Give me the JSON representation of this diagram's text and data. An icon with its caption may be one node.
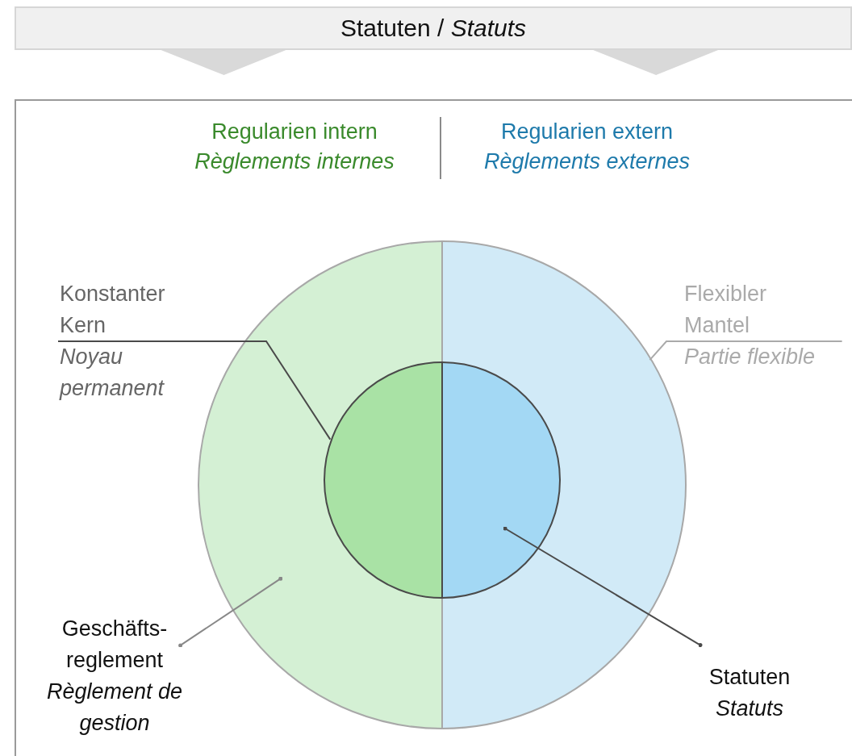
{
  "diagram": {
    "nodes": [
      {
        "text": [
          "Statuten / *Statuts*"
        ]
      },
      {
        "text": [],
        "shape": "box"
      },
      {
        "text": [],
        "shape": "circle",
        "in": 1
      },
      {
        "text": [],
        "shape": "circle",
        "in": 2
      },
      {
        "text": [
          "Konstanter Kern",
          "Noyau permanent"
        ],
        "in": 1
      },
      {
        "text": [
          "Flexibler Mantel",
          "Partie flexible"
        ],
        "in": 1
      },
      {
        "text": [
          "Geschäfts-reglement",
          "Règlement de gestion"
        ],
        "in": 1
      },
      {
        "text": [
          "Statuten",
          "Statuts"
        ],
        "in": 1
      }
    ],
    "edges": [
      {
        "from": 0,
        "to": 1,
        "arrow": "to"
      },
      {
        "from": 0,
        "to": 1,
        "arrow": "to"
      },
      {
        "from": 4,
        "to": 3,
        "arrow": "none"
      },
      {
        "from": 5,
        "to": 2,
        "arrow": "none",
        "color": "#aaaaaa"
      },
      {
        "from": 6,
        "to": 2,
        "arrow": "other",
        "color": "#888888"
      },
      {
        "from": 7,
        "to": 3,
        "arrow": "other"
      }
    ],
    "labels": [
      "Regularien intern",
      "Règlements internes",
      "Regularien extern",
      "Règlements externes"
    ]
  }
}
